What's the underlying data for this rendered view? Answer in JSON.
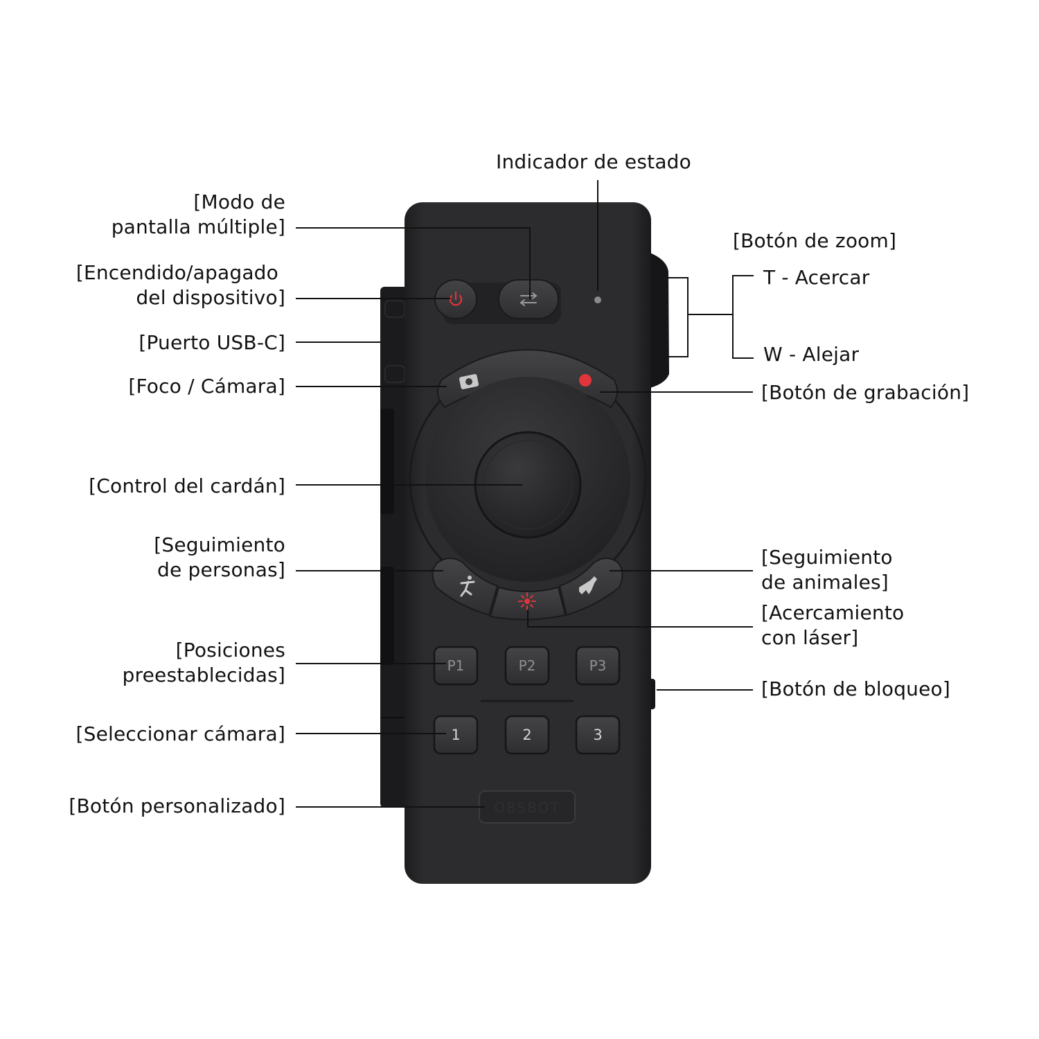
{
  "labels": {
    "status_indicator": "Indicador de estado",
    "multi_screen": [
      "[Modo de",
      "pantalla múltiple]"
    ],
    "power": [
      "[Encendido/apagado",
      "del dispositivo]"
    ],
    "usb_c": "[Puerto USB-C]",
    "focus_camera": "[Foco / Cámara]",
    "gimbal_control": "[Control del cardán]",
    "person_tracking": [
      "[Seguimiento",
      "de personas]"
    ],
    "presets": [
      "[Posiciones",
      "preestablecidas]"
    ],
    "select_camera": "[Seleccionar cámara]",
    "custom_button": "[Botón personalizado]",
    "zoom_button": "[Botón de zoom]",
    "zoom_t": "T - Acercar",
    "zoom_w": "W - Alejar",
    "record_button": "[Botón de grabación]",
    "animal_tracking": [
      "[Seguimiento",
      "de animales]"
    ],
    "laser_zoom": [
      "[Acercamiento",
      "con láser]"
    ],
    "lock_button": "[Botón de bloqueo]"
  },
  "device": {
    "preset_keys": [
      "P1",
      "P2",
      "P3"
    ],
    "camera_keys": [
      "1",
      "2",
      "3"
    ],
    "custom_key_text": "OBSBOT"
  },
  "colors": {
    "body": "#2b2b2d",
    "button": "#3a3a3c",
    "accent_red": "#e0353b",
    "line": "#111111"
  },
  "icons": [
    "power-icon",
    "swap-icon",
    "camera-icon",
    "record-dot-icon",
    "person-icon",
    "animal-icon",
    "laser-icon"
  ]
}
